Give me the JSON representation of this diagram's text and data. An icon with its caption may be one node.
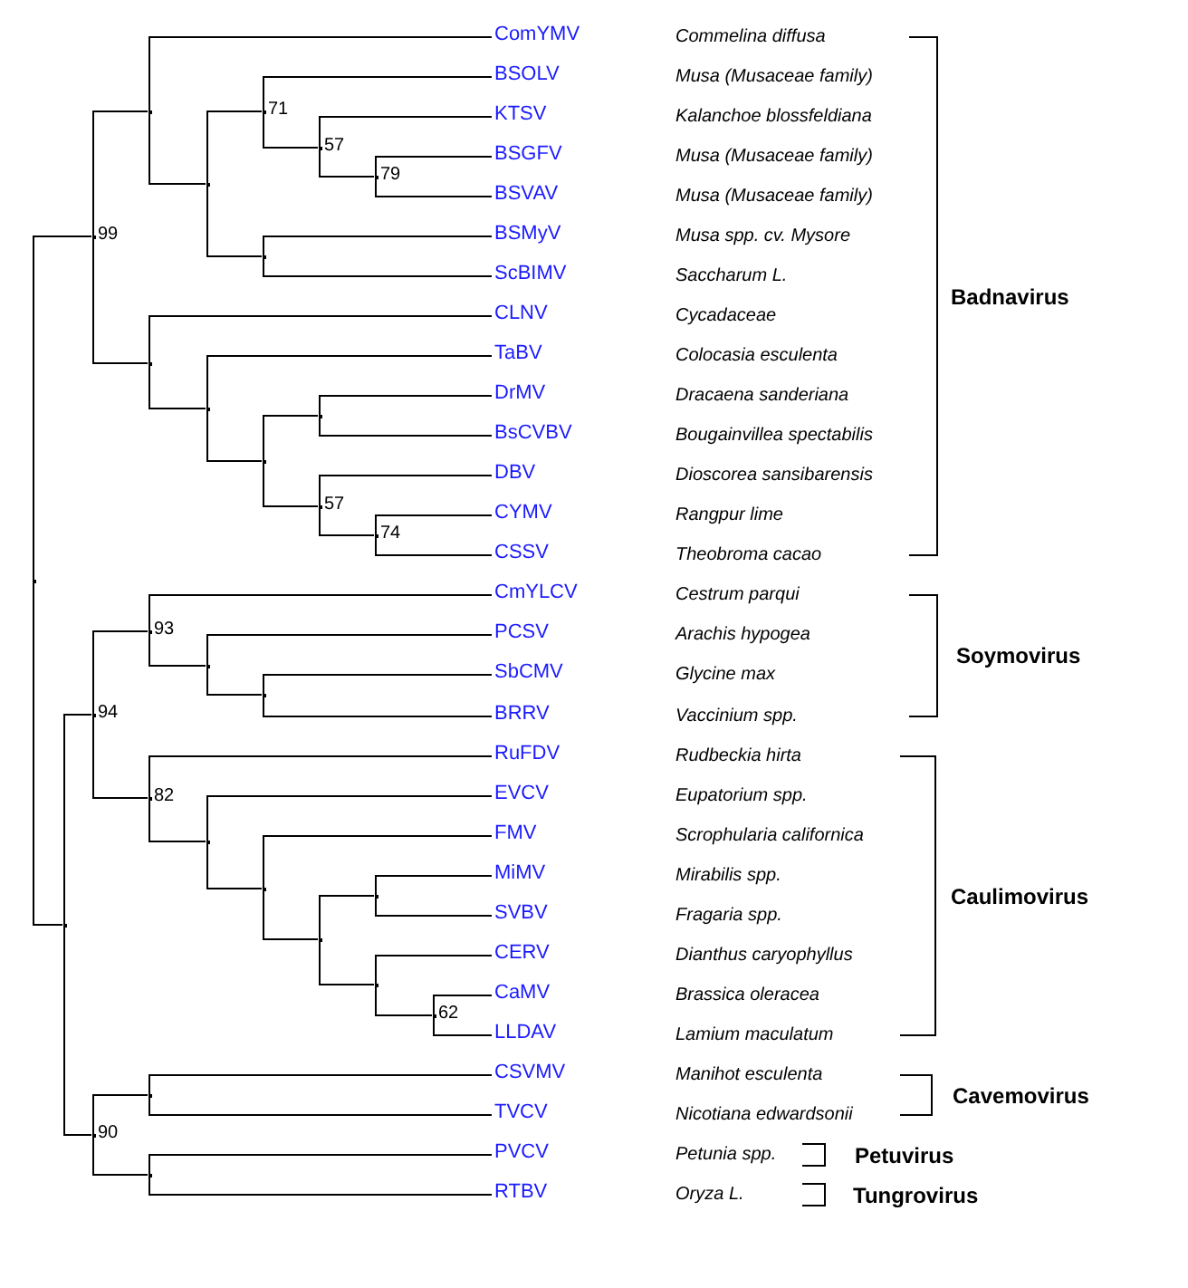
{
  "diagram": {
    "nodes": [
      {
        "text": [],
        "shape": "point"
      },
      {
        "text": [],
        "shape": "point",
        "beside": [
          "99"
        ]
      },
      {
        "text": [],
        "shape": "point"
      },
      {
        "text": [
          "ComYMV"
        ],
        "beside": [
          "Commelina diffusa"
        ]
      },
      {
        "text": [],
        "shape": "point"
      },
      {
        "text": [],
        "shape": "point",
        "beside": [
          "71"
        ]
      },
      {
        "text": [
          "BSOLV"
        ],
        "beside": [
          "Musa (Musaceae family)"
        ]
      },
      {
        "text": [],
        "shape": "point",
        "beside": [
          "57"
        ]
      },
      {
        "text": [
          "KTSV"
        ],
        "beside": [
          "Kalanchoe blossfeldiana"
        ]
      },
      {
        "text": [],
        "shape": "point",
        "beside": [
          "79"
        ]
      },
      {
        "text": [
          "BSGFV"
        ],
        "beside": [
          "Musa (Musaceae family)"
        ]
      },
      {
        "text": [
          "BSVAV"
        ],
        "beside": [
          "Musa (Musaceae family)"
        ]
      },
      {
        "text": [],
        "shape": "point"
      },
      {
        "text": [
          "BSMyV"
        ],
        "beside": [
          "Musa spp. cv. Mysore"
        ]
      },
      {
        "text": [
          "ScBIMV"
        ],
        "beside": [
          "Saccharum L."
        ]
      },
      {
        "text": [],
        "shape": "point"
      },
      {
        "text": [
          "CLNV"
        ],
        "beside": [
          "Cycadaceae"
        ]
      },
      {
        "text": [],
        "shape": "point"
      },
      {
        "text": [
          "TaBV"
        ],
        "beside": [
          "Colocasia esculenta"
        ]
      },
      {
        "text": [],
        "shape": "point"
      },
      {
        "text": [],
        "shape": "point"
      },
      {
        "text": [
          "DrMV"
        ],
        "beside": [
          "Dracaena sanderiana"
        ]
      },
      {
        "text": [
          "BsCVBV"
        ],
        "beside": [
          "Bougainvillea spectabilis"
        ]
      },
      {
        "text": [],
        "shape": "point",
        "beside": [
          "57"
        ]
      },
      {
        "text": [
          "DBV"
        ],
        "beside": [
          "Dioscorea sansibarensis"
        ]
      },
      {
        "text": [],
        "shape": "point",
        "beside": [
          "74"
        ]
      },
      {
        "text": [
          "CYMV"
        ],
        "beside": [
          "Rangpur lime"
        ]
      },
      {
        "text": [
          "CSSV"
        ],
        "beside": [
          "Theobroma cacao"
        ]
      },
      {
        "text": [],
        "shape": "point"
      },
      {
        "text": [],
        "shape": "point",
        "beside": [
          "94"
        ]
      },
      {
        "text": [],
        "shape": "point",
        "beside": [
          "93"
        ]
      },
      {
        "text": [
          "CmYLCV"
        ],
        "beside": [
          "Cestrum parqui"
        ]
      },
      {
        "text": [],
        "shape": "point"
      },
      {
        "text": [
          "PCSV"
        ],
        "beside": [
          "Arachis hypogea"
        ]
      },
      {
        "text": [],
        "shape": "point"
      },
      {
        "text": [
          "SbCMV"
        ],
        "beside": [
          "Glycine max"
        ]
      },
      {
        "text": [
          "BRRV"
        ],
        "beside": [
          "Vaccinium spp."
        ]
      },
      {
        "text": [],
        "shape": "point",
        "beside": [
          "82"
        ]
      },
      {
        "text": [
          "RuFDV"
        ],
        "beside": [
          "Rudbeckia hirta"
        ]
      },
      {
        "text": [],
        "shape": "point"
      },
      {
        "text": [
          "EVCV"
        ],
        "beside": [
          "Eupatorium spp."
        ]
      },
      {
        "text": [],
        "shape": "point"
      },
      {
        "text": [
          "FMV"
        ],
        "beside": [
          "Scrophularia californica"
        ]
      },
      {
        "text": [],
        "shape": "point"
      },
      {
        "text": [],
        "shape": "point"
      },
      {
        "text": [
          "MiMV"
        ],
        "beside": [
          "Mirabilis spp."
        ]
      },
      {
        "text": [
          "SVBV"
        ],
        "beside": [
          "Fragaria spp."
        ]
      },
      {
        "text": [],
        "shape": "point"
      },
      {
        "text": [
          "CERV"
        ],
        "beside": [
          "Dianthus caryophyllus"
        ]
      },
      {
        "text": [],
        "shape": "point",
        "beside": [
          "62"
        ]
      },
      {
        "text": [
          "CaMV"
        ],
        "beside": [
          "Brassica oleracea"
        ]
      },
      {
        "text": [
          "LLDAV"
        ],
        "beside": [
          "Lamium maculatum"
        ]
      },
      {
        "text": [],
        "shape": "point",
        "beside": [
          "90"
        ]
      },
      {
        "text": [],
        "shape": "point"
      },
      {
        "text": [
          "CSVMV"
        ],
        "beside": [
          "Manihot esculenta"
        ]
      },
      {
        "text": [
          "TVCV"
        ],
        "beside": [
          "Nicotiana edwardsonii"
        ]
      },
      {
        "text": [],
        "shape": "point"
      },
      {
        "text": [
          "PVCV"
        ],
        "beside": [
          "Petunia spp."
        ]
      },
      {
        "text": [
          "RTBV"
        ],
        "beside": [
          "Oryza L."
        ]
      }
    ],
    "edges": [
      {
        "from": 0,
        "to": 1,
        "arrow": "none"
      },
      {
        "from": 0,
        "to": 28,
        "arrow": "none"
      },
      {
        "from": 1,
        "to": 2,
        "arrow": "none"
      },
      {
        "from": 1,
        "to": 15,
        "arrow": "none"
      },
      {
        "from": 2,
        "to": 3,
        "arrow": "none"
      },
      {
        "from": 2,
        "to": 4,
        "arrow": "none"
      },
      {
        "from": 4,
        "to": 5,
        "arrow": "none"
      },
      {
        "from": 4,
        "to": 12,
        "arrow": "none"
      },
      {
        "from": 5,
        "to": 6,
        "arrow": "none"
      },
      {
        "from": 5,
        "to": 7,
        "arrow": "none"
      },
      {
        "from": 7,
        "to": 8,
        "arrow": "none"
      },
      {
        "from": 7,
        "to": 9,
        "arrow": "none"
      },
      {
        "from": 9,
        "to": 10,
        "arrow": "none"
      },
      {
        "from": 9,
        "to": 11,
        "arrow": "none"
      },
      {
        "from": 12,
        "to": 13,
        "arrow": "none"
      },
      {
        "from": 12,
        "to": 14,
        "arrow": "none"
      },
      {
        "from": 15,
        "to": 16,
        "arrow": "none"
      },
      {
        "from": 15,
        "to": 17,
        "arrow": "none"
      },
      {
        "from": 17,
        "to": 18,
        "arrow": "none"
      },
      {
        "from": 17,
        "to": 19,
        "arrow": "none"
      },
      {
        "from": 19,
        "to": 20,
        "arrow": "none"
      },
      {
        "from": 19,
        "to": 23,
        "arrow": "none"
      },
      {
        "from": 20,
        "to": 21,
        "arrow": "none"
      },
      {
        "from": 20,
        "to": 22,
        "arrow": "none"
      },
      {
        "from": 23,
        "to": 24,
        "arrow": "none"
      },
      {
        "from": 23,
        "to": 25,
        "arrow": "none"
      },
      {
        "from": 25,
        "to": 26,
        "arrow": "none"
      },
      {
        "from": 25,
        "to": 27,
        "arrow": "none"
      },
      {
        "from": 28,
        "to": 29,
        "arrow": "none"
      },
      {
        "from": 28,
        "to": 52,
        "arrow": "none"
      },
      {
        "from": 29,
        "to": 30,
        "arrow": "none"
      },
      {
        "from": 29,
        "to": 37,
        "arrow": "none"
      },
      {
        "from": 30,
        "to": 31,
        "arrow": "none"
      },
      {
        "from": 30,
        "to": 32,
        "arrow": "none"
      },
      {
        "from": 32,
        "to": 33,
        "arrow": "none"
      },
      {
        "from": 32,
        "to": 34,
        "arrow": "none"
      },
      {
        "from": 34,
        "to": 35,
        "arrow": "none"
      },
      {
        "from": 34,
        "to": 36,
        "arrow": "none"
      },
      {
        "from": 37,
        "to": 38,
        "arrow": "none"
      },
      {
        "from": 37,
        "to": 39,
        "arrow": "none"
      },
      {
        "from": 39,
        "to": 40,
        "arrow": "none"
      },
      {
        "from": 39,
        "to": 41,
        "arrow": "none"
      },
      {
        "from": 41,
        "to": 42,
        "arrow": "none"
      },
      {
        "from": 41,
        "to": 43,
        "arrow": "none"
      },
      {
        "from": 43,
        "to": 44,
        "arrow": "none"
      },
      {
        "from": 43,
        "to": 47,
        "arrow": "none"
      },
      {
        "from": 44,
        "to": 45,
        "arrow": "none"
      },
      {
        "from": 44,
        "to": 46,
        "arrow": "none"
      },
      {
        "from": 47,
        "to": 48,
        "arrow": "none"
      },
      {
        "from": 47,
        "to": 49,
        "arrow": "none"
      },
      {
        "from": 49,
        "to": 50,
        "arrow": "none"
      },
      {
        "from": 49,
        "to": 51,
        "arrow": "none"
      },
      {
        "from": 52,
        "to": 53,
        "arrow": "none"
      },
      {
        "from": 52,
        "to": 56,
        "arrow": "none"
      },
      {
        "from": 53,
        "to": 54,
        "arrow": "none"
      },
      {
        "from": 53,
        "to": 55,
        "arrow": "none"
      },
      {
        "from": 56,
        "to": 57,
        "arrow": "none"
      },
      {
        "from": 56,
        "to": 58,
        "arrow": "none"
      }
    ],
    "labels": [
      "Badnavirus",
      "Soymovirus",
      "Caulimovirus",
      "Cavemovirus",
      "Petuvirus",
      "Tungrovirus"
    ]
  }
}
